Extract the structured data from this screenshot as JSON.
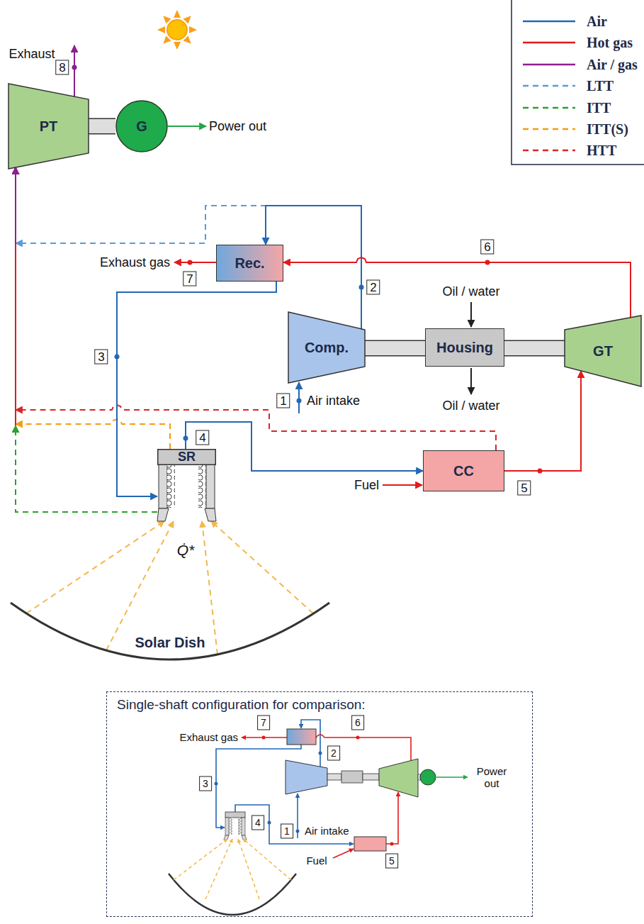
{
  "diagram": {
    "nodes": [
      {
        "text": [
          "PT"
        ]
      },
      {
        "text": [
          "G"
        ]
      },
      {
        "text": [
          "Rec."
        ]
      },
      {
        "text": [
          "Comp."
        ]
      },
      {
        "text": [
          "Housing"
        ]
      },
      {
        "text": [
          "GT"
        ]
      },
      {
        "text": [
          "SR"
        ]
      },
      {
        "text": [
          "CC"
        ]
      },
      {
        "text": [
          "Solar Dish"
        ]
      },
      {
        "text": [
          "Single-shaft configuration for comparison:"
        ]
      }
    ],
    "edges": [
      {
        "from": 0,
        "to": 1,
        "arrow": "none"
      },
      {
        "from": 3,
        "to": 4,
        "arrow": "none"
      },
      {
        "from": 4,
        "to": 5,
        "arrow": "none"
      },
      {
        "from": 3,
        "to": 2,
        "arrow": "to"
      },
      {
        "from": 2,
        "to": 6,
        "arrow": "to"
      },
      {
        "from": 6,
        "to": 7,
        "arrow": "to"
      },
      {
        "from": 7,
        "to": 5,
        "arrow": "to"
      },
      {
        "from": 5,
        "to": 2,
        "arrow": "to"
      },
      {
        "from": 3,
        "to": 0,
        "arrow": "to"
      },
      {
        "from": 6,
        "to": 0,
        "arrow": "to"
      },
      {
        "from": 6,
        "to": 0,
        "arrow": "to"
      },
      {
        "from": 7,
        "to": 0,
        "arrow": "to"
      },
      {
        "from": 8,
        "to": 6,
        "arrow": "to"
      }
    ],
    "labels": [
      "Exhaust",
      "8",
      "Power out",
      "Exhaust gas",
      "7",
      "6",
      "2",
      "Oil / water",
      "3",
      "1",
      "Air intake",
      "Oil / water",
      "4",
      "Fuel",
      "5",
      "Q̇*",
      "7",
      "Exhaust gas",
      "6",
      "2",
      "3",
      "Power out",
      "4",
      "1",
      "Air intake",
      "Fuel",
      "5"
    ],
    "legend": [
      {
        "text": "Air"
      },
      {
        "text": "Hot gas"
      },
      {
        "text": "Air / gas"
      },
      {
        "text": "LTT"
      },
      {
        "text": "ITT"
      },
      {
        "text": "ITT(S)"
      },
      {
        "text": "HTT"
      }
    ]
  }
}
